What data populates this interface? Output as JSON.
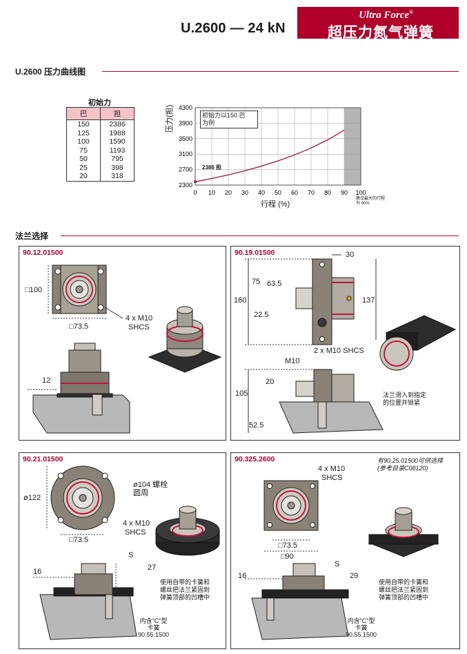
{
  "header": {
    "model": "U.2600 — 24 kN",
    "brand_en": "Ultra Force",
    "brand_reg": "®",
    "brand_cn": "超压力氮气弹簧"
  },
  "pressure_section": {
    "title": "U.2600  压力曲线图",
    "table": {
      "title": "初始力",
      "headers": [
        "巴",
        "担"
      ],
      "rows": [
        [
          "150",
          "2386"
        ],
        [
          "125",
          "1988"
        ],
        [
          "100",
          "1590"
        ],
        [
          "75",
          "1193"
        ],
        [
          "50",
          "795"
        ],
        [
          "25",
          "398"
        ],
        [
          "20",
          "318"
        ]
      ]
    }
  },
  "chart_data": {
    "type": "line",
    "ylabel": "压力(担)",
    "xlabel": "行程 (%)",
    "xlim": [
      0,
      100
    ],
    "ylim": [
      2300,
      4300
    ],
    "xticks": [
      0,
      10,
      20,
      30,
      40,
      50,
      60,
      70,
      80,
      90,
      100
    ],
    "yticks": [
      2300,
      2700,
      3100,
      3500,
      3900,
      4300
    ],
    "grid": true,
    "x": [
      0,
      10,
      20,
      30,
      40,
      50,
      60,
      70,
      80,
      90
    ],
    "y": [
      2386,
      2470,
      2565,
      2670,
      2790,
      2925,
      3080,
      3260,
      3470,
      3720
    ],
    "shaded_from_x": 90,
    "annotation_box": "初始力以150 巴\n为例",
    "start_label": "2386 担",
    "note_lines": [
      "建议最大的行程",
      "为 90%"
    ]
  },
  "flange_section": {
    "title": "法兰选择"
  },
  "panels": {
    "p1": {
      "code": "90.12.01500",
      "dim_height": "□100",
      "dim_width": "□73.5",
      "screws": "4 x M10",
      "screws2": "SHCS",
      "dim_12": "12"
    },
    "p2": {
      "code": "90.19.01500",
      "d30": "30",
      "d75": "75",
      "d63": "63.5",
      "d160": "160",
      "d137": "137",
      "d22": "22.5",
      "screws": "2 x M10 SHCS",
      "m10": "M10",
      "d20": "20",
      "d105": "105",
      "d52": "52.5",
      "note": "法兰滑入到指定\n的位置并锁紧"
    },
    "p3": {
      "code": "90.21.01500",
      "bolt_circle": "ø104 螺栓\n圆周",
      "d122": "ø122",
      "screws": "4 x M10",
      "screws2": "SHCS",
      "d73": "□73.5",
      "s": "S",
      "d27": "27",
      "d16": "16",
      "note": "使用自带的卡簧和\n螺丝把法兰紧固到\n弹簧顶部的凹槽中",
      "clip": "内含\"C\"型\n卡簧\n90.55.1500"
    },
    "p4": {
      "code": "90.325.2600",
      "option": "有90.25.01500可供选择\n(参考目录C08120)",
      "screws": "4 x M10",
      "screws2": "SHCS",
      "d73": "□73.5",
      "d90": "□90",
      "s": "S",
      "d29": "29",
      "d16": "16",
      "note": "使用自带的卡簧和\n螺丝把法兰紧固到\n弹簧顶部的凹槽中",
      "clip": "内含\"C\"型\n卡簧\n90.55.1500"
    }
  },
  "colors": {
    "brand": "#b0002a",
    "curve": "#a0103a",
    "table_header": "#f3c3c8",
    "shade": "#b5b5b5"
  }
}
